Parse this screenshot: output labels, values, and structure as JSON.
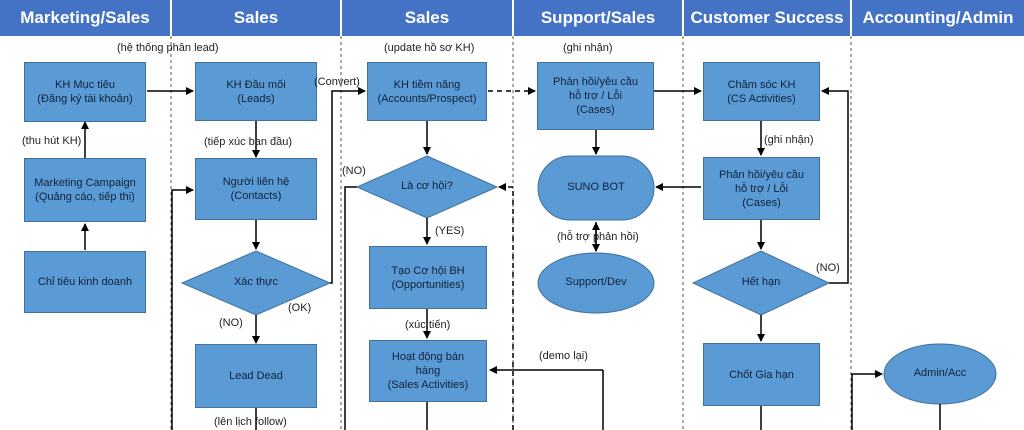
{
  "headers": [
    "Marketing/Sales",
    "Sales",
    "Sales",
    "Support/Sales",
    "Customer Success",
    "Accounting/Admin"
  ],
  "nodes": {
    "kh_muc_tieu": "KH Mục tiêu\n(Đăng ký tài khoản)",
    "marketing_campaign": "Marketing Campaign\n(Quảng cáo, tiếp thị)",
    "chi_tieu": "Chỉ tiêu kinh doanh",
    "kh_dau_moi": "KH Đầu mối\n(Leads)",
    "nguoi_lien_he": "Người liên hệ\n(Contacts)",
    "xac_thuc": "Xác thực",
    "lead_dead": "Lead Dead",
    "kh_tiem_nang": "KH tiềm năng\n(Accounts/Prospect)",
    "la_co_hoi": "Là cơ hội?",
    "tao_co_hoi": "Tạo Cơ hội BH\n(Opportunities)",
    "hoat_dong": "Hoạt động bán\nhàng\n(Sales Activities)",
    "phan_hoi_support": "Phản hồi/yêu cầu\nhỗ trợ / Lỗi\n(Cases)",
    "suno_bot": "SUNO BOT",
    "support_dev": "Support/Dev",
    "cham_soc": "Chăm sóc KH\n(CS Activities)",
    "phan_hoi_cs": "Phản hồi/yêu cầu\nhỗ trợ / Lỗi\n(Cases)",
    "het_han": "Hết hạn",
    "chot_gia_han": "Chốt Gia hạn",
    "admin_acc": "Admin/Acc"
  },
  "labels": {
    "he_thong": "(hệ thống phân lead)",
    "thu_hut": "(thu hút KH)",
    "tiep_xuc": "(tiếp xúc ban đầu)",
    "no_1": "(NO)",
    "ok": "(OK)",
    "len_lich": "(lên lịch follow)",
    "convert": "(Convert)",
    "update": "(update hồ sơ KH)",
    "no_2": "(NO)",
    "yes": "(YES)",
    "xuc_tien": "(xúc tiến)",
    "demo": "(demo lại)",
    "ghi_nhan_1": "(ghi nhận)",
    "ho_tro": "(hỗ trợ phản hồi)",
    "ghi_nhan_2": "(ghi nhận)",
    "no_3": "(NO)"
  }
}
